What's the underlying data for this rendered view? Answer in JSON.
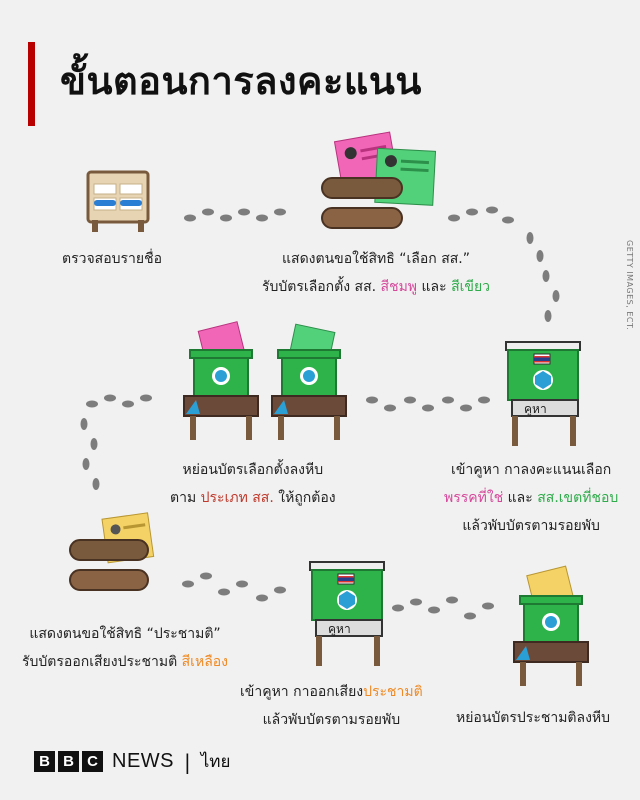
{
  "title": "ขั้นตอนการลงคะแนน",
  "credit": "GETTY IMAGES, ECT.",
  "colors": {
    "accent": "#b80000",
    "pink": "#d64a9c",
    "green": "#2eab4a",
    "red": "#c0392b",
    "orange": "#f08a24",
    "booth_green": "#2eb24a",
    "table_brown": "#6b4a3a"
  },
  "steps": [
    {
      "line1": "ตรวจสอบรายชื่อ"
    },
    {
      "line1": "แสดงตนขอใช้สิทธิ “เลือก สส.”",
      "line2_pre": "รับบัตรเลือกตั้ง สส. ",
      "line2_pink": "สีชมพู",
      "line2_mid": " และ ",
      "line2_green": "สีเขียว"
    },
    {
      "line1": "เข้าคูหา กาลงคะแนนเลือก",
      "line2_pink": "พรรคที่ใช่",
      "line2_mid": " และ ",
      "line2_green": "สส.เขตที่ชอบ",
      "line3": "แล้วพับบัตรตามรอยพับ"
    },
    {
      "line1": "หย่อนบัตรเลือกตั้งลงหีบ",
      "line2_pre": "ตาม ",
      "line2_red": "ประเภท สส.",
      "line2_post": " ให้ถูกต้อง"
    },
    {
      "line1": "แสดงตนขอใช้สิทธิ “ประชามติ”",
      "line2_pre": "รับบัตรออกเสียงประชามติ ",
      "line2_orange": "สีเหลือง"
    },
    {
      "line1_pre": "เข้าคูหา กาออกเสียง",
      "line1_orange": "ประชามติ",
      "line2": "แล้วพับบัตรตามรอยพับ"
    },
    {
      "line1": "หย่อนบัตรประชามติลงหีบ"
    }
  ],
  "booth_label": "คูหา",
  "footer": {
    "b1": "B",
    "b2": "B",
    "b3": "C",
    "news": "NEWS",
    "sep": "|",
    "lang": "ไทย"
  },
  "icons": [
    "register-icon",
    "ballot-stack-icon",
    "voting-booth-icon",
    "ballot-box-icon",
    "footprints-icon"
  ]
}
